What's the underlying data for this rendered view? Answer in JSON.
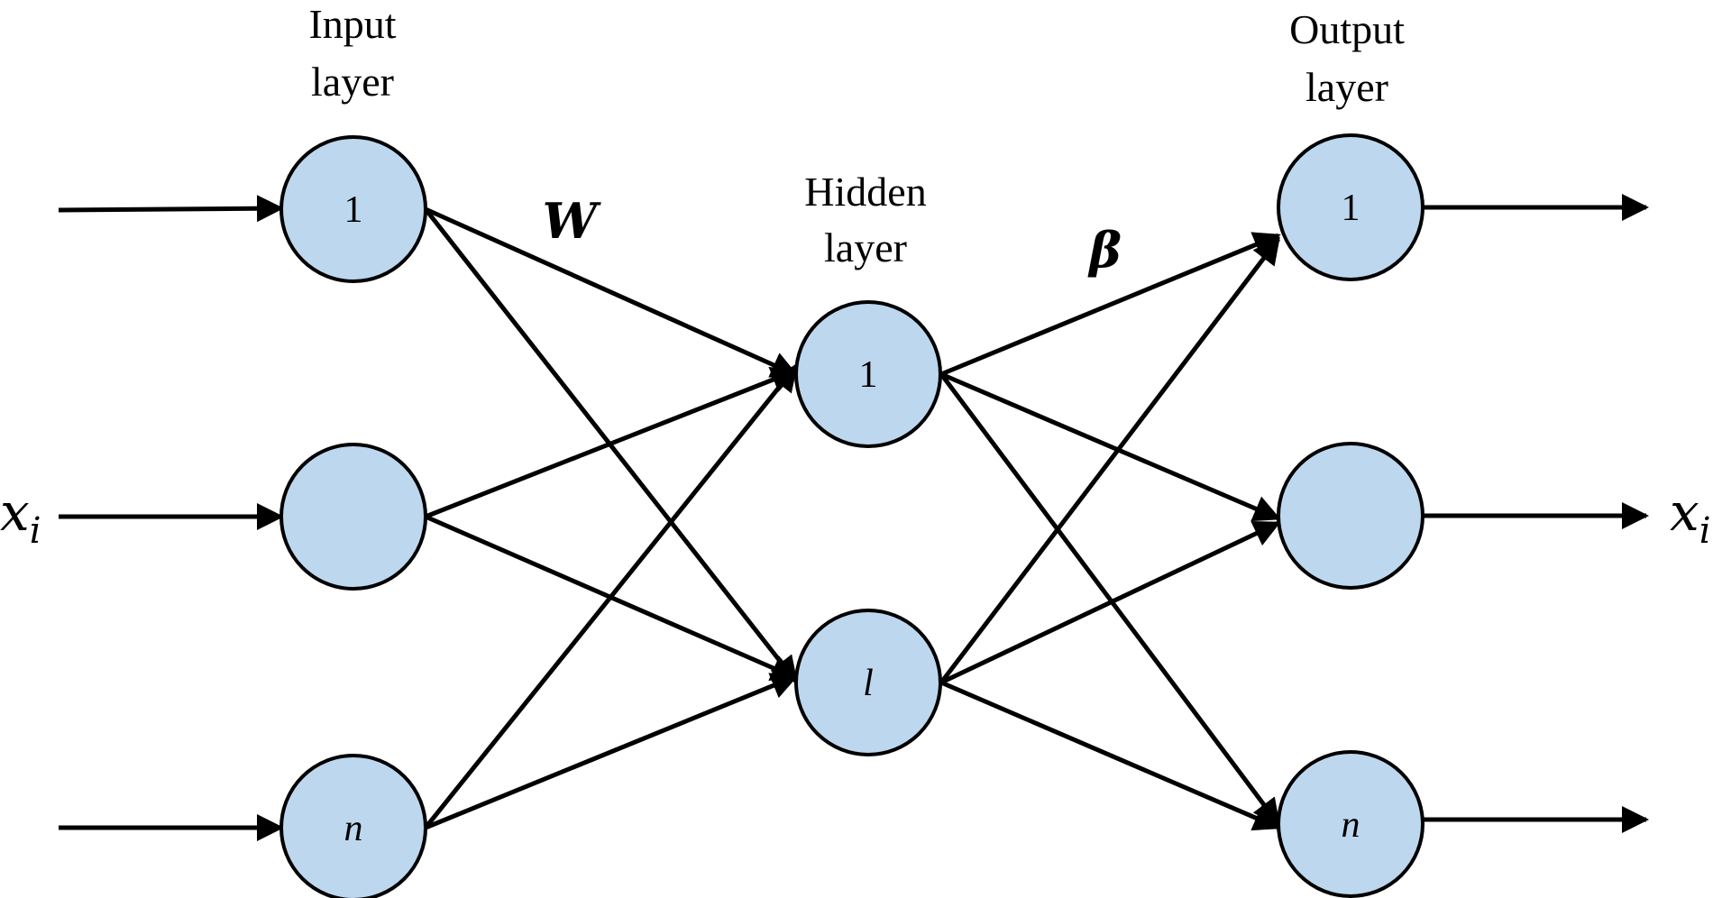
{
  "layers": {
    "input": {
      "title_line1": "Input",
      "title_line2": "layer"
    },
    "hidden": {
      "title_line1": "Hidden",
      "title_line2": "layer"
    },
    "output": {
      "title_line1": "Output",
      "title_line2": "layer"
    }
  },
  "nodes": {
    "input": [
      "1",
      "",
      "n"
    ],
    "hidden": [
      "1",
      "l"
    ],
    "output": [
      "1",
      "",
      "n"
    ]
  },
  "weights": {
    "input_to_hidden": "W",
    "hidden_to_output": "β"
  },
  "io": {
    "input_symbol": "x",
    "input_subscript": "i",
    "output_symbol": "x",
    "output_subscript": "i"
  },
  "colors": {
    "node_fill": "#bdd7ee",
    "stroke": "#000000",
    "background": "#ffffff"
  }
}
